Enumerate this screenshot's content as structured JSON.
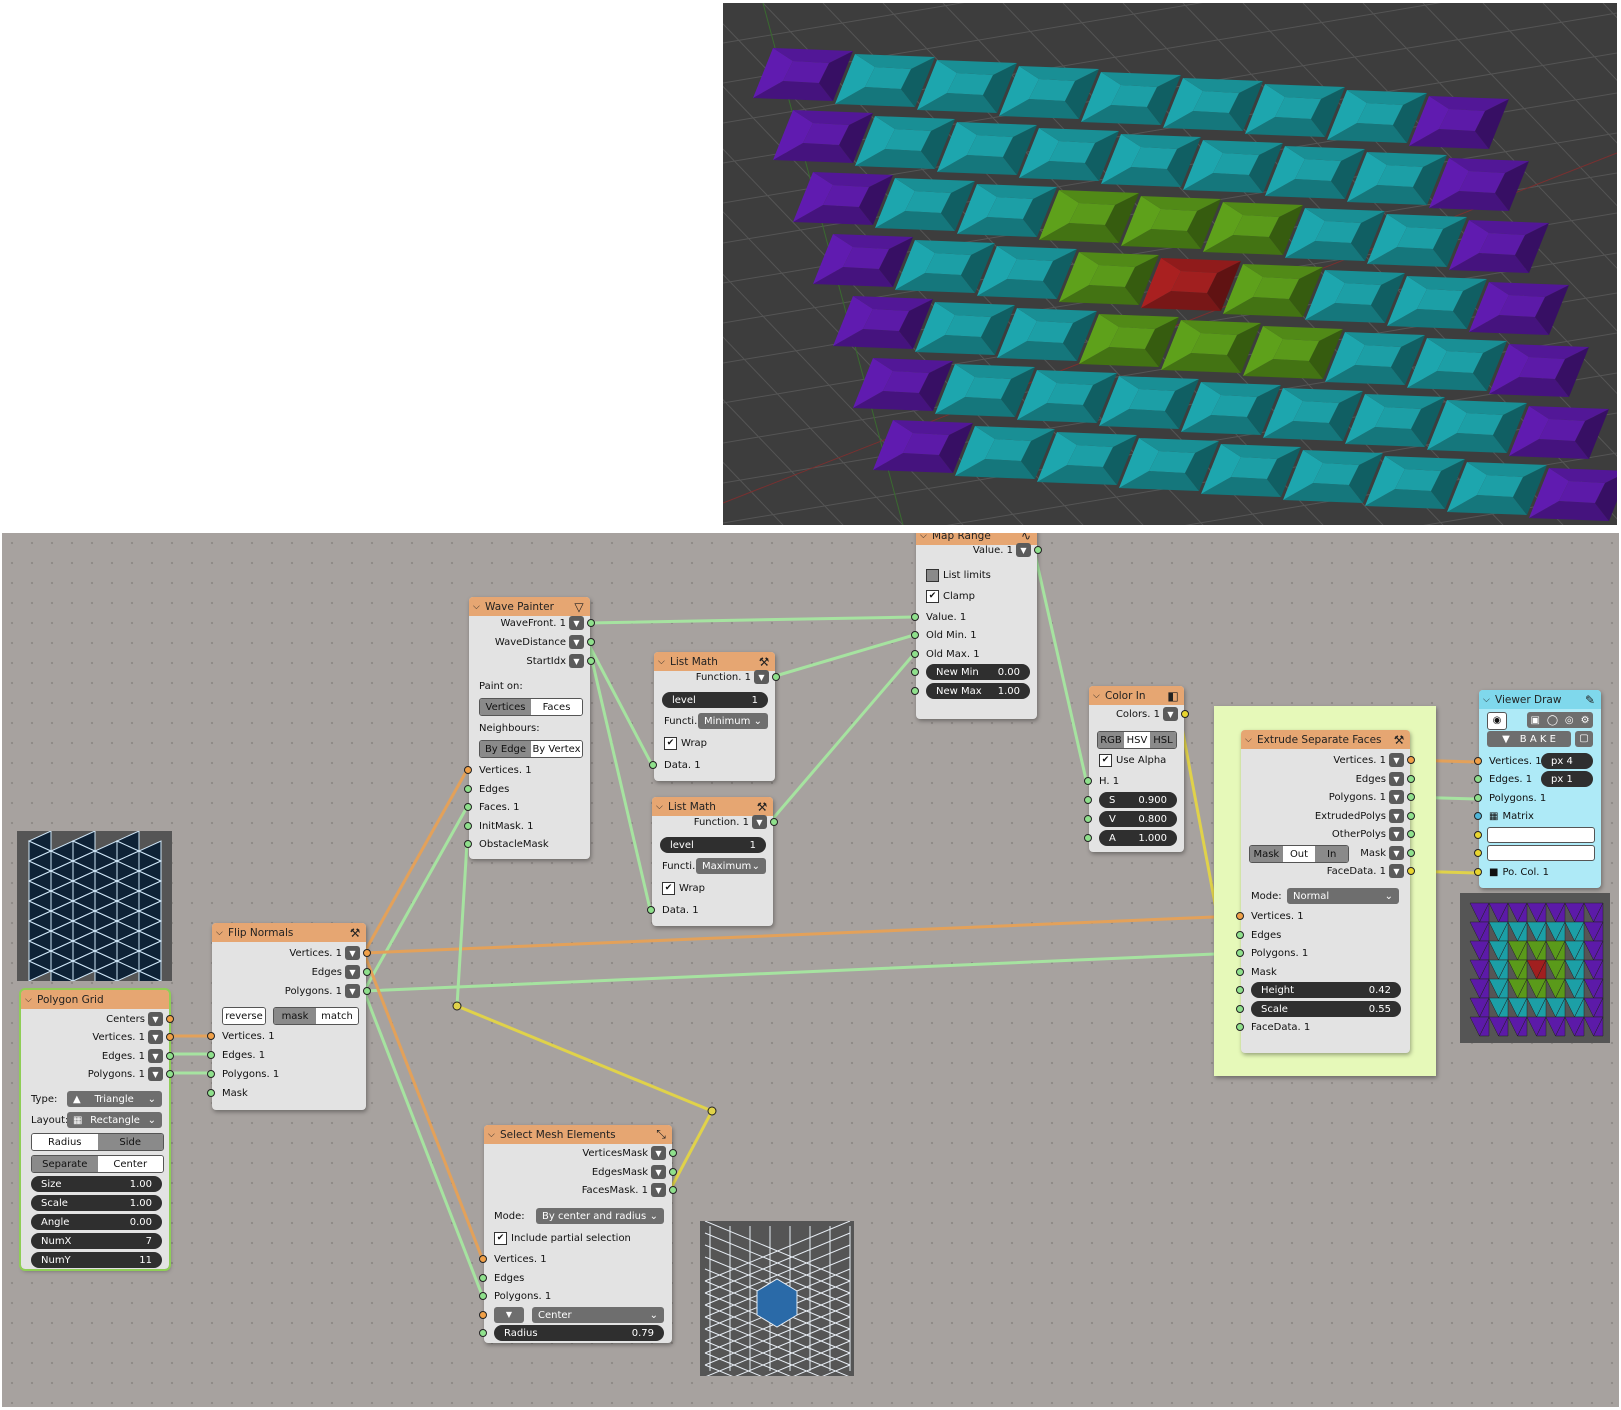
{
  "polygon_grid": {
    "title": "Polygon Grid",
    "outputs": [
      "Centers",
      "Vertices. 1",
      "Edges. 1",
      "Polygons. 1"
    ],
    "type_label": "Type:",
    "type_value": "Triangle",
    "layout_label": "Layout:",
    "layout_value": "Rectangle",
    "radius_side": [
      "Radius",
      "Side"
    ],
    "separate_center": [
      "Separate",
      "Center"
    ],
    "sliders": [
      {
        "label": "Size",
        "value": "1.00"
      },
      {
        "label": "Scale",
        "value": "1.00"
      },
      {
        "label": "Angle",
        "value": "0.00"
      },
      {
        "label": "NumX",
        "value": "7"
      },
      {
        "label": "NumY",
        "value": "11"
      }
    ]
  },
  "flip_normals": {
    "title": "Flip Normals",
    "outputs": [
      "Vertices. 1",
      "Edges",
      "Polygons. 1"
    ],
    "buttons": [
      "reverse",
      "mask",
      "match"
    ],
    "inputs": [
      "Vertices. 1",
      "Edges. 1",
      "Polygons. 1",
      "Mask"
    ]
  },
  "wave_painter": {
    "title": "Wave Painter",
    "outputs": [
      "WaveFront. 1",
      "WaveDistance",
      "StartIdx"
    ],
    "paint_on_label": "Paint on:",
    "paint_on": [
      "Vertices",
      "Faces"
    ],
    "neighbours_label": "Neighbours:",
    "neighbours": [
      "By Edge",
      "By Vertex"
    ],
    "inputs": [
      "Vertices. 1",
      "Edges",
      "Faces. 1",
      "InitMask. 1",
      "ObstacleMask"
    ]
  },
  "list_math_1": {
    "title": "List Math",
    "output": "Function. 1",
    "level_label": "level",
    "level_value": "1",
    "func_label": "Functi...",
    "func_value": "Minimum",
    "wrap": "Wrap",
    "input": "Data. 1"
  },
  "list_math_2": {
    "title": "List Math",
    "output": "Function. 1",
    "level_label": "level",
    "level_value": "1",
    "func_label": "Functi...",
    "func_value": "Maximum",
    "wrap": "Wrap",
    "input": "Data. 1"
  },
  "map_range": {
    "title": "Map Range",
    "output": "Value. 1",
    "list_limits": "List limits",
    "clamp": "Clamp",
    "inputs": [
      "Value. 1",
      "Old Min. 1",
      "Old Max. 1"
    ],
    "new_min_label": "New Min",
    "new_min_value": "0.00",
    "new_max_label": "New Max",
    "new_max_value": "1.00"
  },
  "color_in": {
    "title": "Color In",
    "output": "Colors. 1",
    "modes": [
      "RGB",
      "HSV",
      "HSL"
    ],
    "use_alpha": "Use Alpha",
    "h_input": "H. 1",
    "sliders": [
      {
        "label": "S",
        "value": "0.900"
      },
      {
        "label": "V",
        "value": "0.800"
      },
      {
        "label": "A",
        "value": "1.000"
      }
    ]
  },
  "extrude": {
    "title": "Extrude Separate Faces",
    "outputs": [
      "Vertices. 1",
      "Edges",
      "Polygons. 1",
      "ExtrudedPolys",
      "OtherPolys",
      "Mask",
      "FaceData. 1"
    ],
    "mask_modes": [
      "Mask",
      "Out",
      "In"
    ],
    "mode_label": "Mode:",
    "mode_value": "Normal",
    "inputs": [
      "Vertices. 1",
      "Edges",
      "Polygons. 1",
      "Mask"
    ],
    "height_label": "Height",
    "height_value": "0.42",
    "scale_label": "Scale",
    "scale_value": "0.55",
    "facedata_input": "FaceData. 1"
  },
  "viewer_draw": {
    "title": "Viewer Draw",
    "bake": "B A K E",
    "vertices": "Vertices. 1",
    "vert_px": "px  4",
    "edges": "Edges. 1",
    "edge_px": "px  1",
    "polygons": "Polygons. 1",
    "matrix": "Matrix",
    "pocol": "Po. Col. 1"
  },
  "select_mesh": {
    "title": "Select Mesh Elements",
    "outputs": [
      "VerticesMask",
      "EdgesMask",
      "FacesMask. 1"
    ],
    "mode_label": "Mode:",
    "mode_value": "By center and radius",
    "partial": "Include partial selection",
    "inputs": [
      "Vertices. 1",
      "Edges",
      "Polygons. 1"
    ],
    "center_value": "Center",
    "radius_label": "Radius",
    "radius_value": "0.79"
  },
  "viewport_colors": {
    "red": "#a11f1f",
    "green": "#5a9a1a",
    "teal": "#1c9fa6",
    "purple": "#5c1aa8",
    "bg": "#3d3d3d",
    "grid": "#555555",
    "node_header": "#e6a672",
    "viewer_header": "#7fd8ec"
  }
}
